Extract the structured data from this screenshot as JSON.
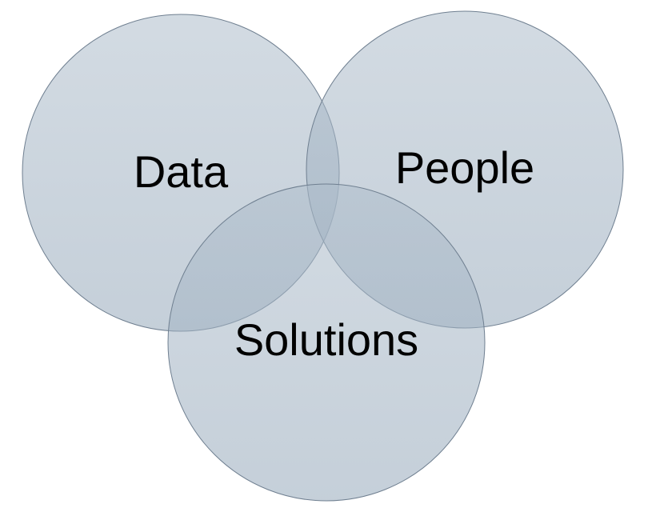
{
  "diagram": {
    "type": "venn",
    "sets": [
      {
        "id": "data",
        "label": "Data",
        "color": "#9dafc1"
      },
      {
        "id": "people",
        "label": "People",
        "color": "#9dafc1"
      },
      {
        "id": "solutions",
        "label": "Solutions",
        "color": "#9dafc1"
      }
    ],
    "background": "#ffffff",
    "fill_opacity": 0.55
  }
}
